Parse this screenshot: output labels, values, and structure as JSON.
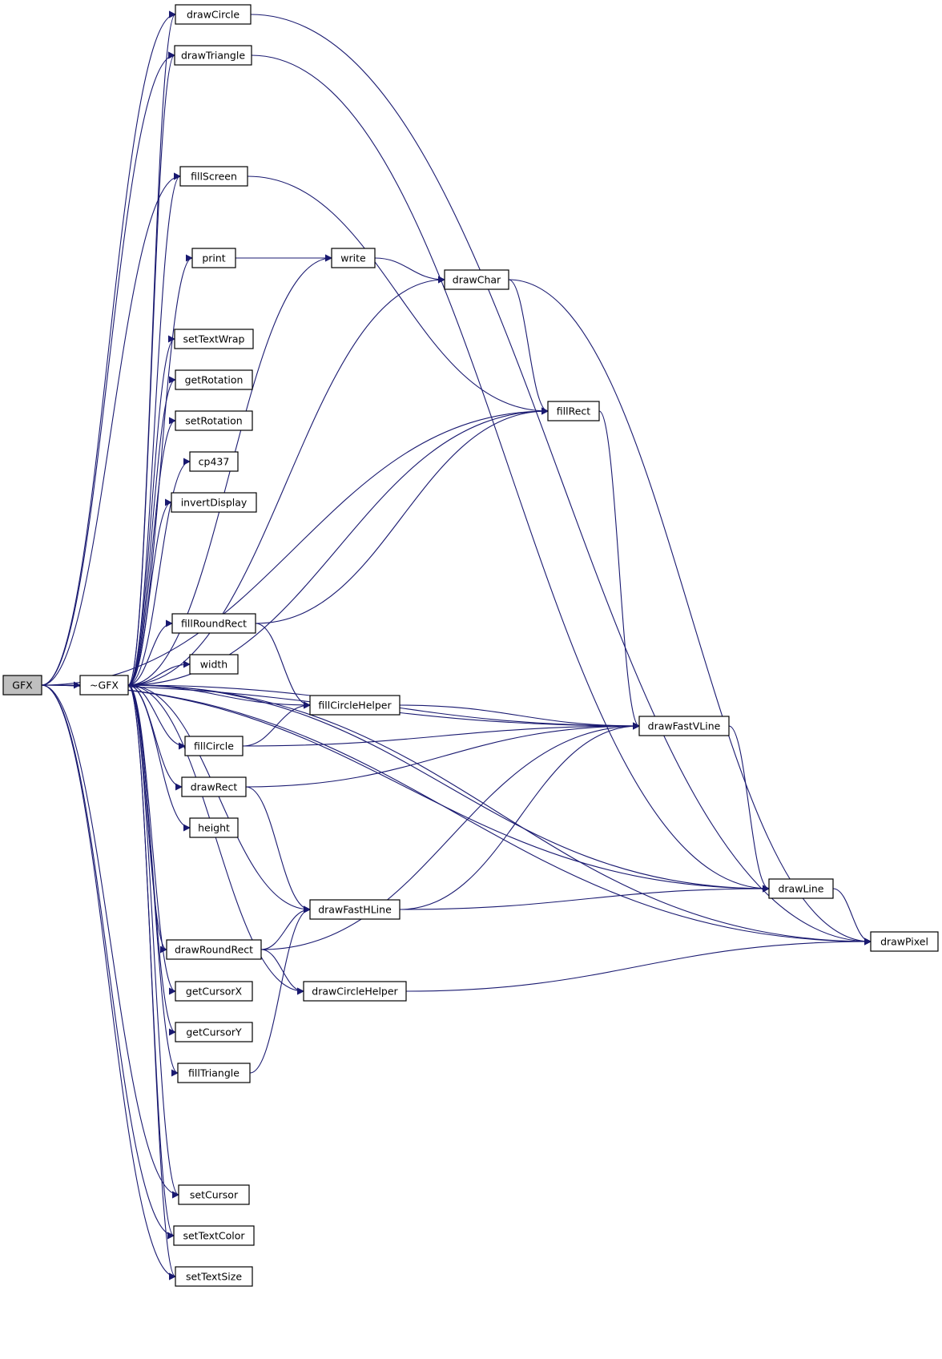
{
  "graph": {
    "colors": {
      "edge": "#191970",
      "root_fill": "#bfbfbf",
      "node_fill": "#ffffff",
      "node_stroke": "#000000"
    },
    "nodes": [
      {
        "id": "GFX",
        "label": "GFX",
        "root": true
      },
      {
        "id": "dtor",
        "label": "~GFX"
      },
      {
        "id": "drawCircle",
        "label": "drawCircle"
      },
      {
        "id": "drawTriangle",
        "label": "drawTriangle"
      },
      {
        "id": "fillScreen",
        "label": "fillScreen"
      },
      {
        "id": "print",
        "label": "print"
      },
      {
        "id": "write",
        "label": "write"
      },
      {
        "id": "drawChar",
        "label": "drawChar"
      },
      {
        "id": "setTextWrap",
        "label": "setTextWrap"
      },
      {
        "id": "getRotation",
        "label": "getRotation"
      },
      {
        "id": "setRotation",
        "label": "setRotation"
      },
      {
        "id": "cp437",
        "label": "cp437"
      },
      {
        "id": "invertDisplay",
        "label": "invertDisplay"
      },
      {
        "id": "fillRect",
        "label": "fillRect"
      },
      {
        "id": "fillRoundRect",
        "label": "fillRoundRect"
      },
      {
        "id": "width",
        "label": "width"
      },
      {
        "id": "fillCircleHelper",
        "label": "fillCircleHelper"
      },
      {
        "id": "drawFastVLine",
        "label": "drawFastVLine"
      },
      {
        "id": "fillCircle",
        "label": "fillCircle"
      },
      {
        "id": "drawRect",
        "label": "drawRect"
      },
      {
        "id": "height",
        "label": "height"
      },
      {
        "id": "drawLine",
        "label": "drawLine"
      },
      {
        "id": "drawFastHLine",
        "label": "drawFastHLine"
      },
      {
        "id": "drawPixel",
        "label": "drawPixel"
      },
      {
        "id": "drawRoundRect",
        "label": "drawRoundRect"
      },
      {
        "id": "drawCircleHelper",
        "label": "drawCircleHelper"
      },
      {
        "id": "getCursorX",
        "label": "getCursorX"
      },
      {
        "id": "getCursorY",
        "label": "getCursorY"
      },
      {
        "id": "fillTriangle",
        "label": "fillTriangle"
      },
      {
        "id": "setCursor",
        "label": "setCursor"
      },
      {
        "id": "setTextColor",
        "label": "setTextColor"
      },
      {
        "id": "setTextSize",
        "label": "setTextSize"
      }
    ],
    "edges": [
      [
        "GFX",
        "dtor"
      ],
      [
        "GFX",
        "drawCircle"
      ],
      [
        "GFX",
        "drawTriangle"
      ],
      [
        "GFX",
        "fillScreen"
      ],
      [
        "GFX",
        "drawFastVLine"
      ],
      [
        "GFX",
        "fillRect"
      ],
      [
        "GFX",
        "setCursor"
      ],
      [
        "GFX",
        "setTextColor"
      ],
      [
        "GFX",
        "setTextSize"
      ],
      [
        "GFX",
        "drawLine"
      ],
      [
        "GFX",
        "drawPixel"
      ],
      [
        "dtor",
        "drawCircle"
      ],
      [
        "dtor",
        "drawTriangle"
      ],
      [
        "dtor",
        "fillScreen"
      ],
      [
        "dtor",
        "write"
      ],
      [
        "dtor",
        "print"
      ],
      [
        "dtor",
        "drawChar"
      ],
      [
        "dtor",
        "setTextWrap"
      ],
      [
        "dtor",
        "getRotation"
      ],
      [
        "dtor",
        "setRotation"
      ],
      [
        "dtor",
        "cp437"
      ],
      [
        "dtor",
        "invertDisplay"
      ],
      [
        "dtor",
        "fillRect"
      ],
      [
        "dtor",
        "drawFastVLine"
      ],
      [
        "dtor",
        "fillRoundRect"
      ],
      [
        "dtor",
        "width"
      ],
      [
        "dtor",
        "fillCircleHelper"
      ],
      [
        "dtor",
        "fillCircle"
      ],
      [
        "dtor",
        "drawRect"
      ],
      [
        "dtor",
        "height"
      ],
      [
        "dtor",
        "drawLine"
      ],
      [
        "dtor",
        "drawFastHLine"
      ],
      [
        "dtor",
        "drawRoundRect"
      ],
      [
        "dtor",
        "getCursorX"
      ],
      [
        "dtor",
        "getCursorY"
      ],
      [
        "dtor",
        "fillTriangle"
      ],
      [
        "dtor",
        "drawCircleHelper"
      ],
      [
        "dtor",
        "drawPixel"
      ],
      [
        "dtor",
        "setCursor"
      ],
      [
        "dtor",
        "setTextColor"
      ],
      [
        "dtor",
        "setTextSize"
      ],
      [
        "drawCircle",
        "drawPixel"
      ],
      [
        "drawTriangle",
        "drawLine"
      ],
      [
        "fillScreen",
        "fillRect"
      ],
      [
        "print",
        "write"
      ],
      [
        "write",
        "drawChar"
      ],
      [
        "drawChar",
        "fillRect"
      ],
      [
        "drawChar",
        "drawPixel"
      ],
      [
        "fillRect",
        "drawFastVLine"
      ],
      [
        "fillRoundRect",
        "fillRect"
      ],
      [
        "fillRoundRect",
        "fillCircleHelper"
      ],
      [
        "fillCircleHelper",
        "drawFastVLine"
      ],
      [
        "fillCircle",
        "fillCircleHelper"
      ],
      [
        "fillCircle",
        "drawFastVLine"
      ],
      [
        "drawRect",
        "drawFastVLine"
      ],
      [
        "drawRect",
        "drawFastHLine"
      ],
      [
        "drawFastVLine",
        "drawLine"
      ],
      [
        "drawFastHLine",
        "drawLine"
      ],
      [
        "drawFastHLine",
        "drawFastVLine"
      ],
      [
        "drawLine",
        "drawPixel"
      ],
      [
        "drawRoundRect",
        "drawFastHLine"
      ],
      [
        "drawRoundRect",
        "drawCircleHelper"
      ],
      [
        "drawRoundRect",
        "drawFastVLine"
      ],
      [
        "drawCircleHelper",
        "drawPixel"
      ],
      [
        "fillTriangle",
        "drawFastHLine"
      ]
    ]
  }
}
